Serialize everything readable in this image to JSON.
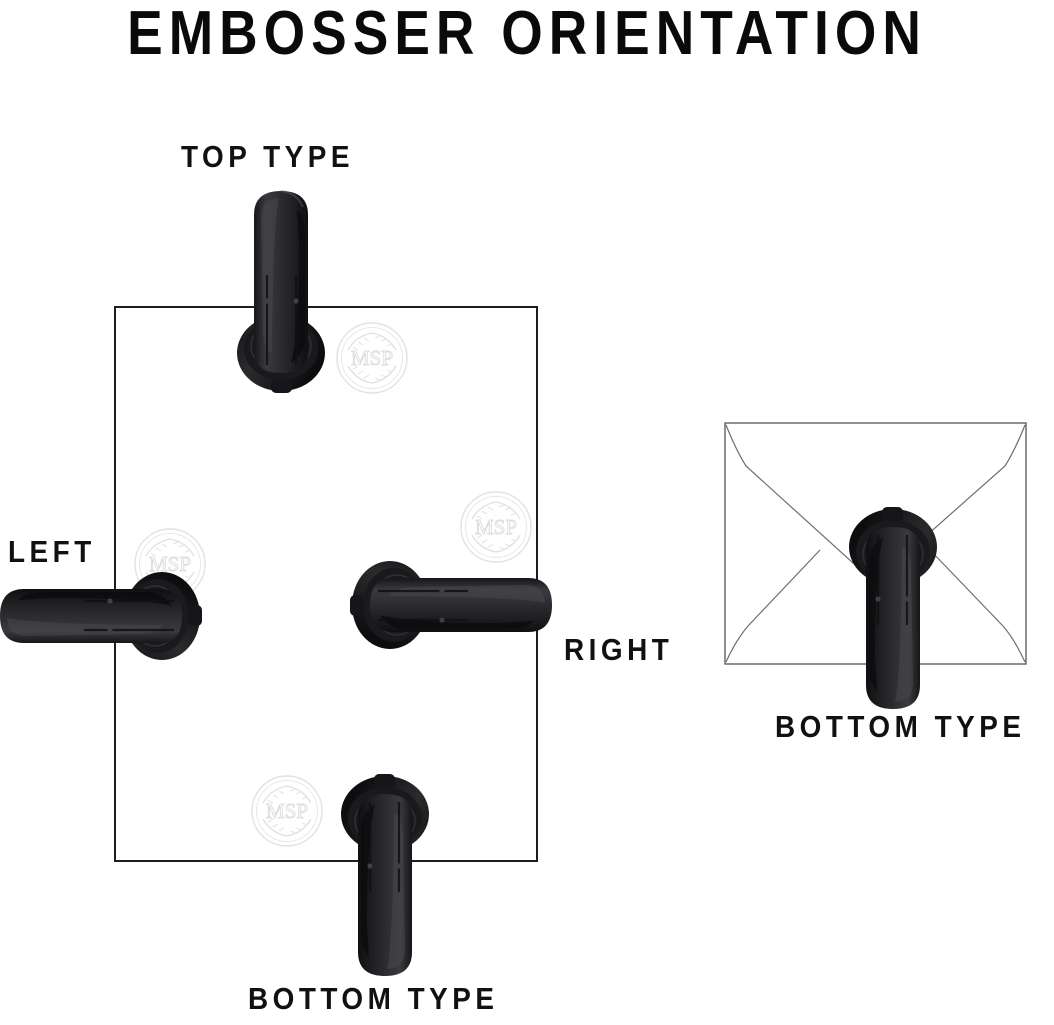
{
  "page": {
    "title": "EMBOSSER ORIENTATION",
    "background_color": "#ffffff",
    "text_color": "#111111"
  },
  "labels": {
    "top": "TOP TYPE",
    "left": "LEFT",
    "right": "RIGHT",
    "bottom": "BOTTOM TYPE",
    "envelope_bottom": "BOTTOM TYPE"
  },
  "paper": {
    "name": "sheet-of-paper",
    "border_color": "#1d1d1d",
    "fill_color": "#ffffff"
  },
  "envelope": {
    "name": "envelope",
    "line_color": "#6b6b6b",
    "fill_color": "#ffffff"
  },
  "embosser": {
    "name": "handheld-embosser",
    "body_color": "#2e2e31",
    "shadow_color": "#111113",
    "highlight_color": "#4a4a4e",
    "base_color": "#232326"
  },
  "seal": {
    "monogram": "MSP",
    "line_color": "#dcdcdc",
    "description": "embossed wreath seal"
  },
  "orientations": [
    {
      "key": "top",
      "label": "TOP TYPE",
      "surface": "paper",
      "edge": "top"
    },
    {
      "key": "left",
      "label": "LEFT",
      "surface": "paper",
      "edge": "left"
    },
    {
      "key": "right",
      "label": "RIGHT",
      "surface": "paper",
      "edge": "right"
    },
    {
      "key": "bottom",
      "label": "BOTTOM TYPE",
      "surface": "paper",
      "edge": "bottom"
    },
    {
      "key": "envelope-bottom",
      "label": "BOTTOM TYPE",
      "surface": "envelope",
      "edge": "bottom"
    }
  ]
}
